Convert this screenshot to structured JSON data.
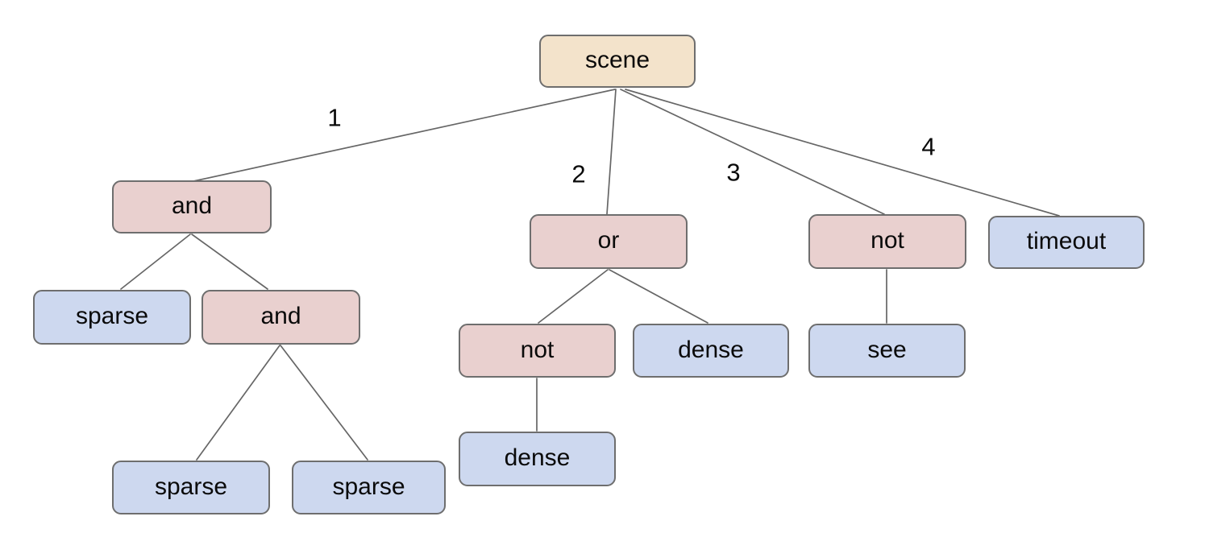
{
  "colors": {
    "node-root": "#f3e3cb",
    "node-operator": "#e9d0cf",
    "node-leaf": "#cdd8ef",
    "node-border": "#6e6e6e",
    "edge-line": "#666666",
    "text": "#0a0a0a",
    "canvas-bg": "#ffffff"
  },
  "nodes": [
    {
      "id": "scene",
      "label": "scene",
      "kind": "root"
    },
    {
      "id": "and",
      "label": "and",
      "kind": "operator"
    },
    {
      "id": "or",
      "label": "or",
      "kind": "operator"
    },
    {
      "id": "not",
      "label": "not",
      "kind": "operator"
    },
    {
      "id": "timeout",
      "label": "timeout",
      "kind": "leaf"
    },
    {
      "id": "sparse",
      "label": "sparse",
      "kind": "leaf"
    },
    {
      "id": "and-2",
      "label": "and",
      "kind": "operator"
    },
    {
      "id": "not-2",
      "label": "not",
      "kind": "operator"
    },
    {
      "id": "dense",
      "label": "dense",
      "kind": "leaf"
    },
    {
      "id": "see",
      "label": "see",
      "kind": "leaf"
    },
    {
      "id": "dense-2",
      "label": "dense",
      "kind": "leaf"
    },
    {
      "id": "sparse-2",
      "label": "sparse",
      "kind": "leaf"
    },
    {
      "id": "sparse-3",
      "label": "sparse",
      "kind": "leaf"
    }
  ],
  "edges": [
    {
      "from": "scene",
      "to": "and",
      "label": "1"
    },
    {
      "from": "scene",
      "to": "or",
      "label": "2"
    },
    {
      "from": "scene",
      "to": "not",
      "label": "3"
    },
    {
      "from": "scene",
      "to": "timeout",
      "label": "4"
    },
    {
      "from": "and",
      "to": "sparse"
    },
    {
      "from": "and",
      "to": "and-2"
    },
    {
      "from": "and-2",
      "to": "sparse-2"
    },
    {
      "from": "and-2",
      "to": "sparse-3"
    },
    {
      "from": "or",
      "to": "not-2"
    },
    {
      "from": "or",
      "to": "dense"
    },
    {
      "from": "not-2",
      "to": "dense-2"
    },
    {
      "from": "not",
      "to": "see"
    }
  ]
}
